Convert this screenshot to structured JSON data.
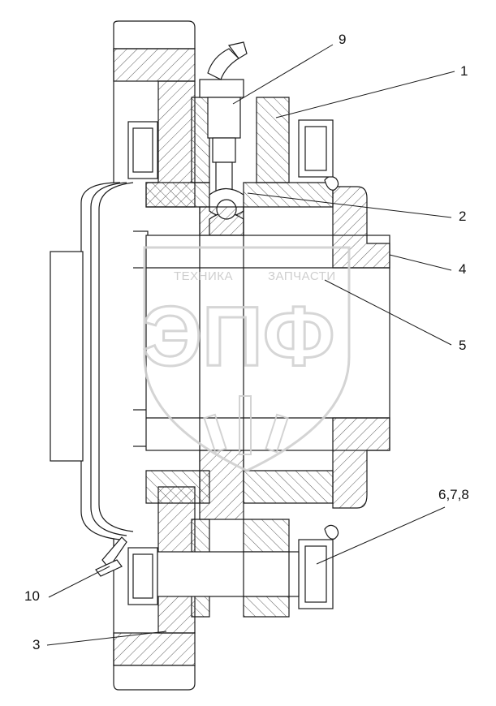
{
  "drawing": {
    "callouts": [
      {
        "id": "9",
        "text": "9"
      },
      {
        "id": "1",
        "text": "1"
      },
      {
        "id": "2",
        "text": "2"
      },
      {
        "id": "4",
        "text": "4"
      },
      {
        "id": "5",
        "text": "5"
      },
      {
        "id": "678",
        "text": "6,7,8"
      },
      {
        "id": "10",
        "text": "10"
      },
      {
        "id": "3",
        "text": "3"
      }
    ]
  },
  "watermark": {
    "left_text": "ТЕХНИКА",
    "right_text": "ЗАПЧАСТИ",
    "logo_text": "ЭПФ"
  },
  "colors": {
    "line": "#1a1a1a",
    "fill": "#ffffff",
    "hatch": "#333333",
    "watermark": "#cccccc"
  }
}
